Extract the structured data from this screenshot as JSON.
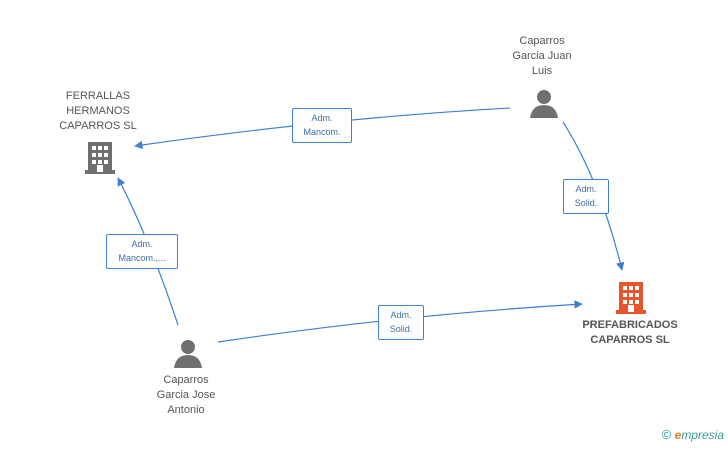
{
  "nodes": {
    "ferrallas": {
      "label": "FERRALLAS\nHERMANOS\nCAPARROS SL",
      "type": "company"
    },
    "prefabricados": {
      "label": "PREFABRICADOS\nCAPARROS SL",
      "type": "company",
      "highlight": true
    },
    "juan_luis": {
      "label": "Caparros\nGarcia Juan\nLuis",
      "type": "person"
    },
    "jose_antonio": {
      "label": "Caparros\nGarcia Jose\nAntonio",
      "type": "person"
    }
  },
  "edges": [
    {
      "from": "juan_luis",
      "to": "ferrallas",
      "label": "Adm.\nMancom."
    },
    {
      "from": "juan_luis",
      "to": "prefabricados",
      "label": "Adm.\nSolid."
    },
    {
      "from": "jose_antonio",
      "to": "ferrallas",
      "label": "Adm.\nMancom.,..."
    },
    {
      "from": "jose_antonio",
      "to": "prefabricados",
      "label": "Adm.\nSolid."
    }
  ],
  "footer": {
    "copyright": "©",
    "brand_e": "e",
    "brand_rest": "mpresia"
  },
  "colors": {
    "edge": "#3b7fd4",
    "person": "#707070",
    "company": "#707070",
    "highlight_company": "#e8552a"
  }
}
